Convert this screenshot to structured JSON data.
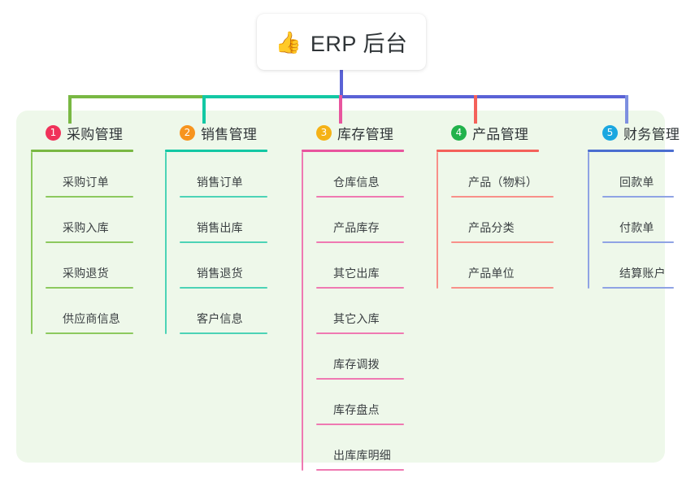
{
  "root": {
    "icon": "thumbs-up-icon",
    "icon_glyph": "👍",
    "title": "ERP 后台"
  },
  "colors": {
    "panel_bg": "#eef8ea",
    "page_bg": "#ffffff",
    "root_text": "#2f3437",
    "bus_green": "#79b843",
    "bus_teal": "#13c8a4",
    "bus_blue": "#5a62d6",
    "drop_green": "#79b843",
    "drop_teal": "#13c8a4",
    "drop_magenta": "#e8559e",
    "drop_salmon": "#f46a64",
    "drop_blue": "#7d8fe0",
    "root_stem": "#5a62d6"
  },
  "branches": [
    {
      "index": "1",
      "title": "采购管理",
      "badge_color": "#f0325a",
      "line_color": "#79b843",
      "leaf_line_color": "#8cc95e",
      "items": [
        "采购订单",
        "采购入库",
        "采购退货",
        "供应商信息"
      ]
    },
    {
      "index": "2",
      "title": "销售管理",
      "badge_color": "#f7941e",
      "line_color": "#13c8a4",
      "leaf_line_color": "#4cd3b6",
      "items": [
        "销售订单",
        "销售出库",
        "销售退货",
        "客户信息"
      ]
    },
    {
      "index": "3",
      "title": "库存管理",
      "badge_color": "#f5b216",
      "line_color": "#e8559e",
      "leaf_line_color": "#ef79b2",
      "items": [
        "仓库信息",
        "产品库存",
        "其它出库",
        "其它入库",
        "库存调拨",
        "库存盘点",
        "出库库明细"
      ]
    },
    {
      "index": "4",
      "title": "产品管理",
      "badge_color": "#21b24b",
      "line_color": "#f4615a",
      "leaf_line_color": "#f89089",
      "items": [
        "产品（物料）",
        "产品分类",
        "产品单位"
      ]
    },
    {
      "index": "5",
      "title": "财务管理",
      "badge_color": "#1ba7e0",
      "line_color": "#4a6ed0",
      "leaf_line_color": "#8fa3e4",
      "items": [
        "回款单",
        "付款单",
        "结算账户"
      ]
    }
  ]
}
